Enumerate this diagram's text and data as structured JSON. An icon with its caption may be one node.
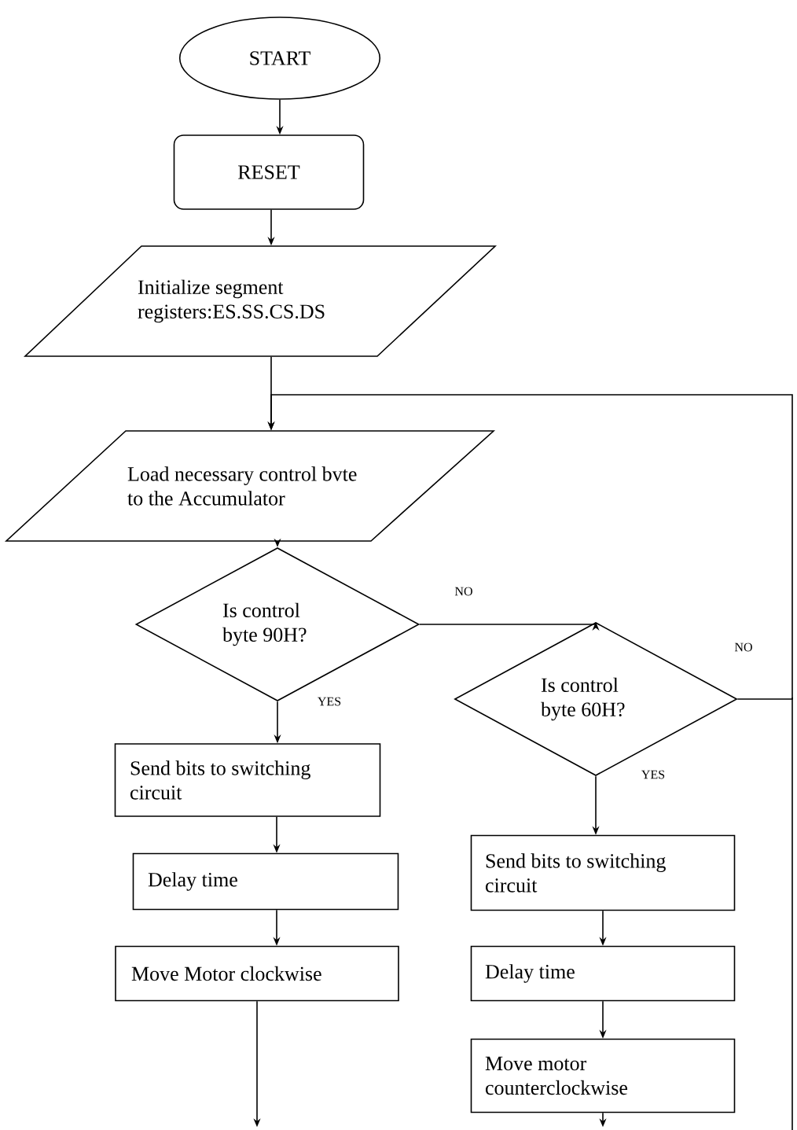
{
  "diagram": {
    "nodes": [
      {
        "text": [
          "START"
        ]
      },
      {
        "text": [
          "RESET"
        ]
      },
      {
        "text": [
          "Initialize segment registers:ES.SS.CS.DS"
        ]
      },
      {
        "text": [
          "Load necessary control bvte to the Accumulator"
        ]
      },
      {
        "text": [
          "Is control byte 90H?"
        ]
      },
      {
        "text": [
          "Is control byte 60H?"
        ]
      },
      {
        "text": [
          "Send bits to switching circuit"
        ]
      },
      {
        "text": [
          "Delay time"
        ]
      },
      {
        "text": [
          "Move Motor clockwise"
        ]
      },
      {
        "text": [
          "Send bits to switching circuit"
        ]
      },
      {
        "text": [
          "Delay time"
        ]
      },
      {
        "text": [
          "Move motor counterclockwise"
        ]
      }
    ],
    "edges": [
      {
        "from": 0,
        "to": 1,
        "arrow": "to"
      },
      {
        "from": 1,
        "to": 2,
        "arrow": "to"
      },
      {
        "from": 2,
        "to": 3,
        "arrow": "to"
      },
      {
        "from": 3,
        "to": 4,
        "arrow": "to"
      },
      {
        "from": 4,
        "to": 5,
        "arrow": "to",
        "label": "NO"
      },
      {
        "from": 4,
        "to": 6,
        "arrow": "to",
        "label": "YES"
      },
      {
        "from": 6,
        "to": 7,
        "arrow": "to"
      },
      {
        "from": 7,
        "to": 8,
        "arrow": "to"
      },
      {
        "from": 8,
        "to": null,
        "arrow": "to"
      },
      {
        "from": 5,
        "to": 3,
        "arrow": "to",
        "label": "NO"
      },
      {
        "from": 5,
        "to": 9,
        "arrow": "to",
        "label": "YES"
      },
      {
        "from": 9,
        "to": 10,
        "arrow": "to"
      },
      {
        "from": 10,
        "to": 11,
        "arrow": "to"
      },
      {
        "from": 11,
        "to": null,
        "arrow": "to"
      }
    ]
  }
}
